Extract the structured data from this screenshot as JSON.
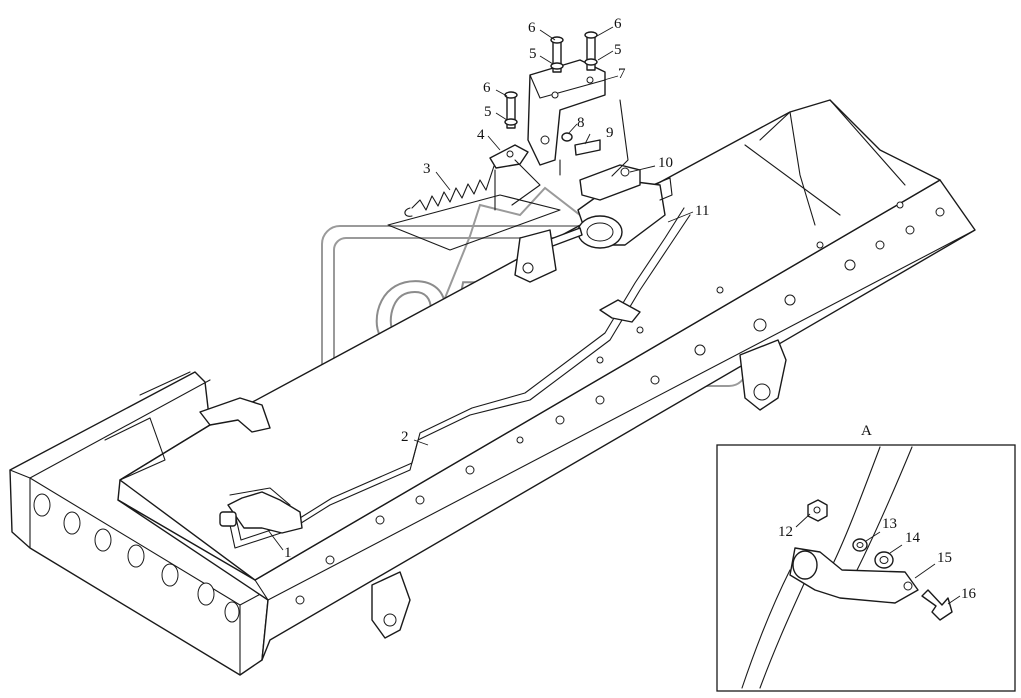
{
  "watermark": {
    "text": "OPEX"
  },
  "detail_view": {
    "label": "A"
  },
  "callouts": {
    "c1": "1",
    "c2": "2",
    "c3": "3",
    "c4": "4",
    "c5a": "5",
    "c5b": "5",
    "c5c": "5",
    "c6a": "6",
    "c6b": "6",
    "c6c": "6",
    "c7": "7",
    "c8": "8",
    "c9": "9",
    "c10": "10",
    "c11": "11",
    "c12": "12",
    "c13": "13",
    "c14": "14",
    "c15": "15",
    "c16": "16"
  }
}
